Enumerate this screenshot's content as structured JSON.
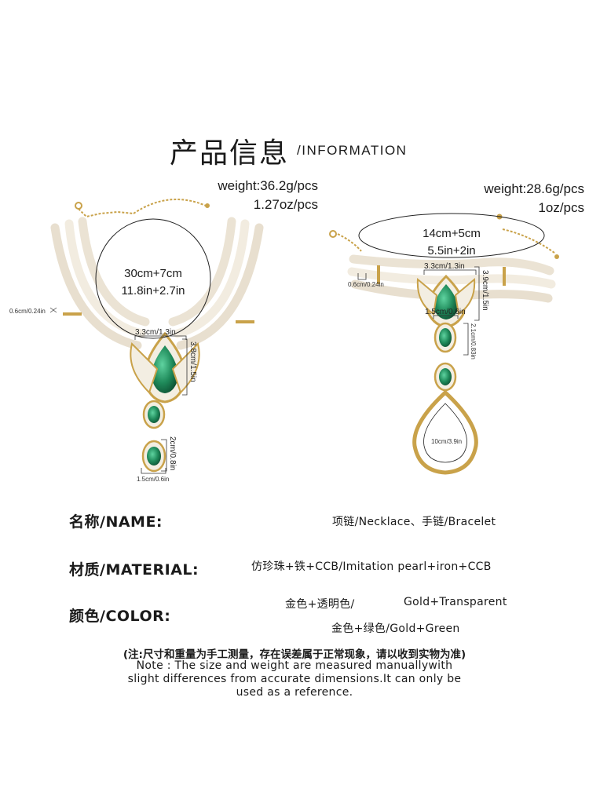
{
  "header": {
    "title_cn": "产品信息",
    "title_en": "/INFORMATION"
  },
  "necklace": {
    "weight_g": "weight:36.2g/pcs",
    "weight_oz": "1.27oz/pcs",
    "length_cm": "30cm+7cm",
    "length_in": "11.8in+2.7in",
    "pearl_size": "0.6cm/0.24in",
    "top_width": "3.3cm/1.3in",
    "top_height": "3.8cm/1.5in",
    "drop_height": "2cm/0.8in",
    "drop_width": "1.5cm/0.6in"
  },
  "bracelet": {
    "weight_g": "weight:28.6g/pcs",
    "weight_oz": "1oz/pcs",
    "length_cm": "14cm+5cm",
    "length_in": "5.5in+2in",
    "pearl_size": "0.6cm/0.24in",
    "top_width": "3.3cm/1.3in",
    "top_height": "3.9cm/1.5in",
    "mid_width": "1.5cm/0.6in",
    "mid_height": "2.1cm/0.83in",
    "ring_size": "10cm/3.9in"
  },
  "specs": {
    "name_label": "名称/NAME:",
    "name_value": "项链/Necklace、手链/Bracelet",
    "material_label": "材质/MATERIAL:",
    "material_value": "仿珍珠+铁+CCB/Imitation pearl+iron+CCB",
    "color_label": "颜色/COLOR:",
    "color_value_1_cn": "金色+透明色/",
    "color_value_1_en": "Gold+Transparent",
    "color_value_2": "金色+绿色/Gold+Green"
  },
  "note": {
    "cn": "(注:尺寸和重量为手工测量，存在误差属于正常现象，请以收到实物为准)",
    "en_line1": "Note : The size and weight are measured manuallywith",
    "en_line2": "slight differences from accurate dimensions.It can only be",
    "en_line3": "used as a reference."
  },
  "colors": {
    "gold": "#c9a24a",
    "pearl": "#f4efe4",
    "emerald": "#1f8a5a"
  }
}
